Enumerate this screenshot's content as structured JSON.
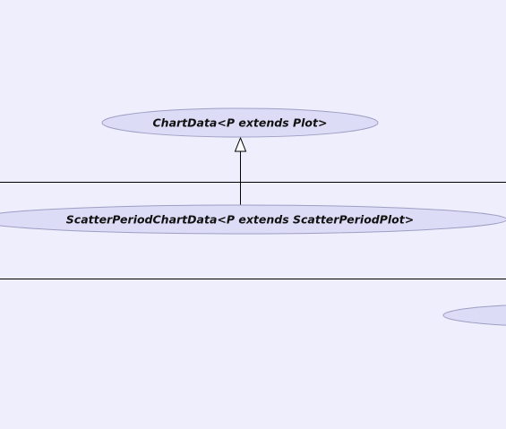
{
  "diagram": {
    "type": "class-inheritance-graph",
    "nodes": [
      {
        "id": "chartdata",
        "label": "ChartData<P extends Plot>",
        "style": "interface"
      },
      {
        "id": "scatterperiodchartdata",
        "label": "ScatterPeriodChartData<P extends ScatterPeriodPlot>",
        "style": "interface"
      },
      {
        "id": "offscreen-node",
        "label": "",
        "style": "interface"
      }
    ],
    "edges": [
      {
        "from": "scatterperiodchartdata",
        "to": "chartdata",
        "kind": "extends",
        "arrow": "hollow-triangle"
      }
    ],
    "colors": {
      "background": "#eeeefc",
      "node_fill": "#dcdcf6",
      "node_stroke": "#9e9ec4",
      "line": "#000000"
    }
  }
}
